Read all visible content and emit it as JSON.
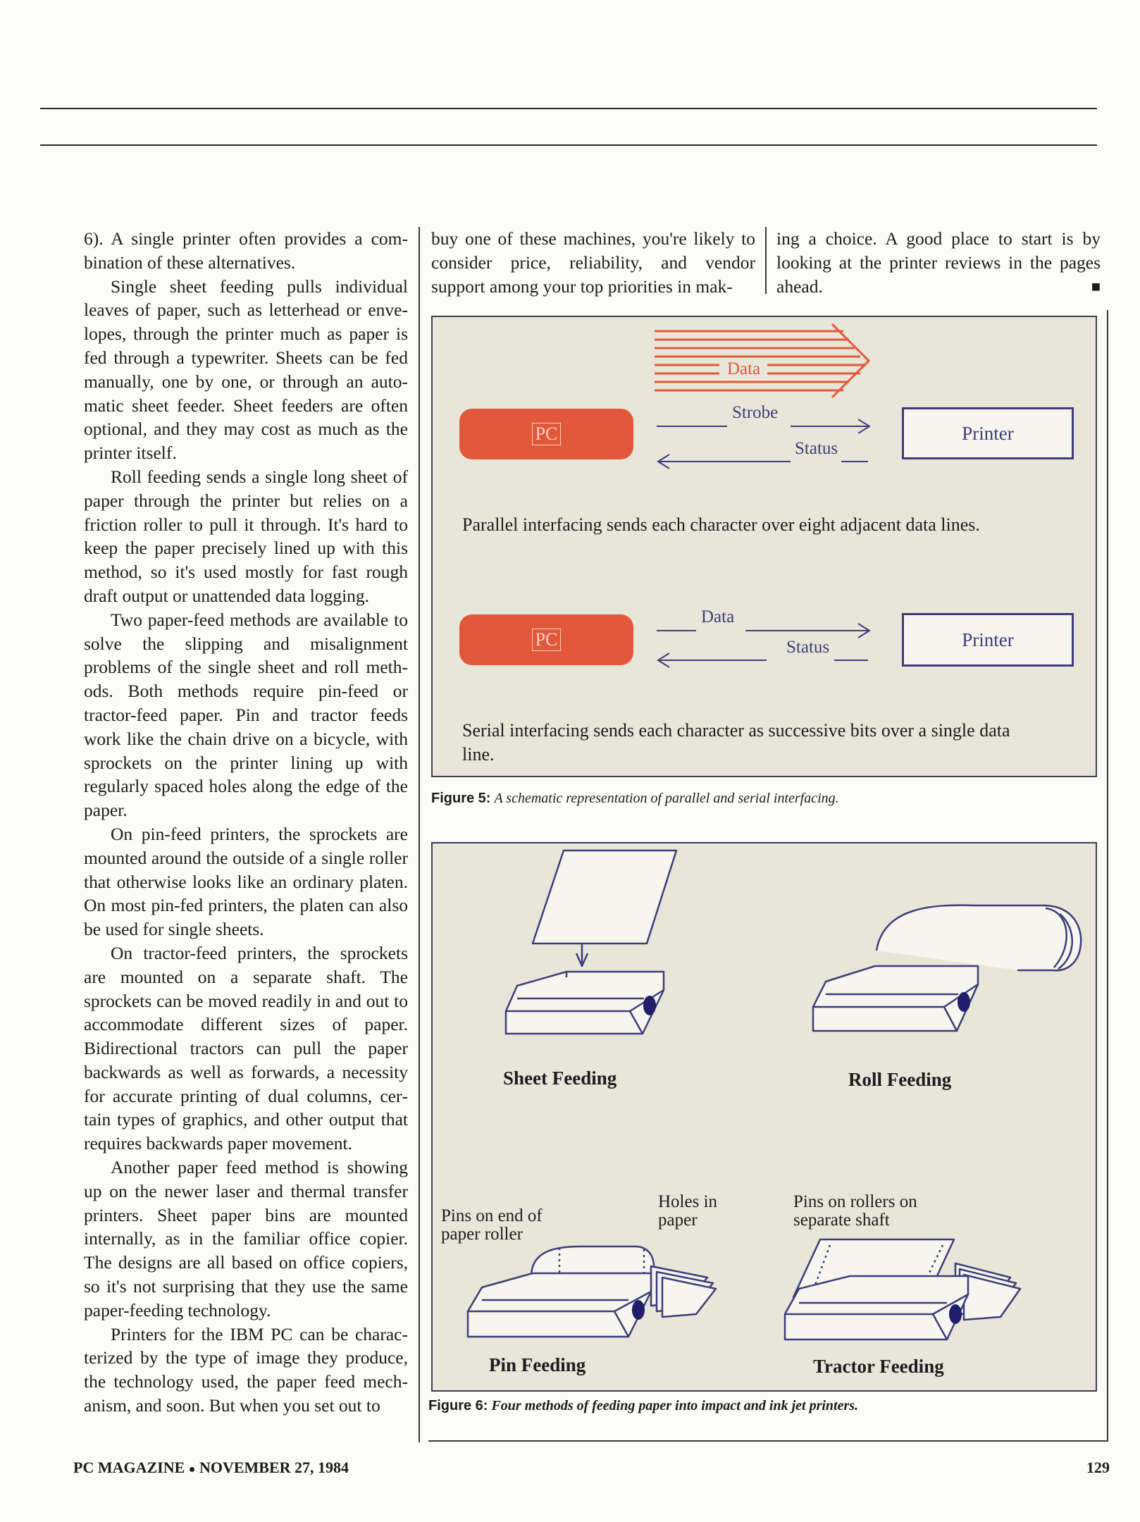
{
  "left_column": {
    "paragraphs": [
      "6). A single printer often provides a com­bination of these alternatives.",
      "Single sheet feeding pulls individual leaves of paper, such as letterhead or enve­lopes, through the printer much as paper is fed through a typewriter. Sheets can be fed manually, one by one, or through an auto­matic sheet feeder. Sheet feeders are often optional, and they may cost as much as the printer itself.",
      "Roll feeding sends a single long sheet of paper through the printer but relies on a friction roller to pull it through. It's hard to keep the paper precisely lined up with this method, so it's used mostly for fast rough draft output or unattended data logging.",
      "Two paper-feed methods are available to solve the slipping and misalignment problems of the single sheet and roll meth­ods. Both methods require pin-feed or tractor-feed paper. Pin and tractor feeds work like the chain drive on a bicycle, with sprockets on the printer lining up with regularly spaced holes along the edge of the paper.",
      "On pin-feed printers, the sprockets are mounted around the outside of a single roller that otherwise looks like an ordinary platen. On most pin-fed printers, the plat­en can also be used for single sheets.",
      "On tractor-feed printers, the sprockets are mounted on a separate shaft. The sprockets can be moved readily in and out to accommodate different sizes of paper. Bidirectional tractors can pull the paper backwards as well as forwards, a necessity for accurate printing of dual columns, cer­tain types of graphics, and other output that requires backwards paper move­ment.",
      "Another paper feed method is showing up on the newer laser and thermal transfer printers. Sheet paper bins are mounted internally, as in the familiar office copier. The designs are all based on office copi­ers, so it's not surprising that they use the same paper-feeding technology.",
      "Printers for the IBM PC can be charac­terized by the type of image they produce, the technology used, the paper feed mech­anism, and soon. But when you set out to"
    ]
  },
  "middle_column": {
    "text": "buy one of these machines, you're likely to consider price, reliability, and vendor support among your top priorities in mak-"
  },
  "right_column": {
    "text": "ing a choice. A good place to start is by looking at the printer reviews in the pages ahead.",
    "end_mark": "■"
  },
  "figure5": {
    "parallel": {
      "pc_label": "PC",
      "printer_label": "Printer",
      "data_label": "Data",
      "strobe_label": "Strobe",
      "status_label": "Status",
      "caption": "Parallel interfacing sends each character over eight adjacent data lines."
    },
    "serial": {
      "pc_label": "PC",
      "printer_label": "Printer",
      "data_label": "Data",
      "status_label": "Status",
      "caption": "Serial interfacing sends each character as successive bits over a single data line."
    },
    "label": "Figure 5:",
    "caption": "A schematic representation of parallel and serial interfacing."
  },
  "figure6": {
    "sheet_label": "Sheet Feeding",
    "roll_label": "Roll Feeding",
    "pin_label": "Pin Feeding",
    "tractor_label": "Tractor Feeding",
    "pins_end_label": "Pins on end of paper roller",
    "holes_label": "Holes in paper",
    "pins_rollers_label": "Pins on rollers on separate shaft",
    "label": "Figure 6:",
    "caption": "Four methods of feeding paper into impact and ink jet printers."
  },
  "footer": {
    "magazine": "PC MAGAZINE",
    "bullet": "●",
    "date": "NOVEMBER 27, 1984",
    "page_number": "129"
  },
  "colors": {
    "figure_bg": "#e8e6d9",
    "pc_orange": "#e2583a",
    "line_navy": "#3d3d7a"
  }
}
